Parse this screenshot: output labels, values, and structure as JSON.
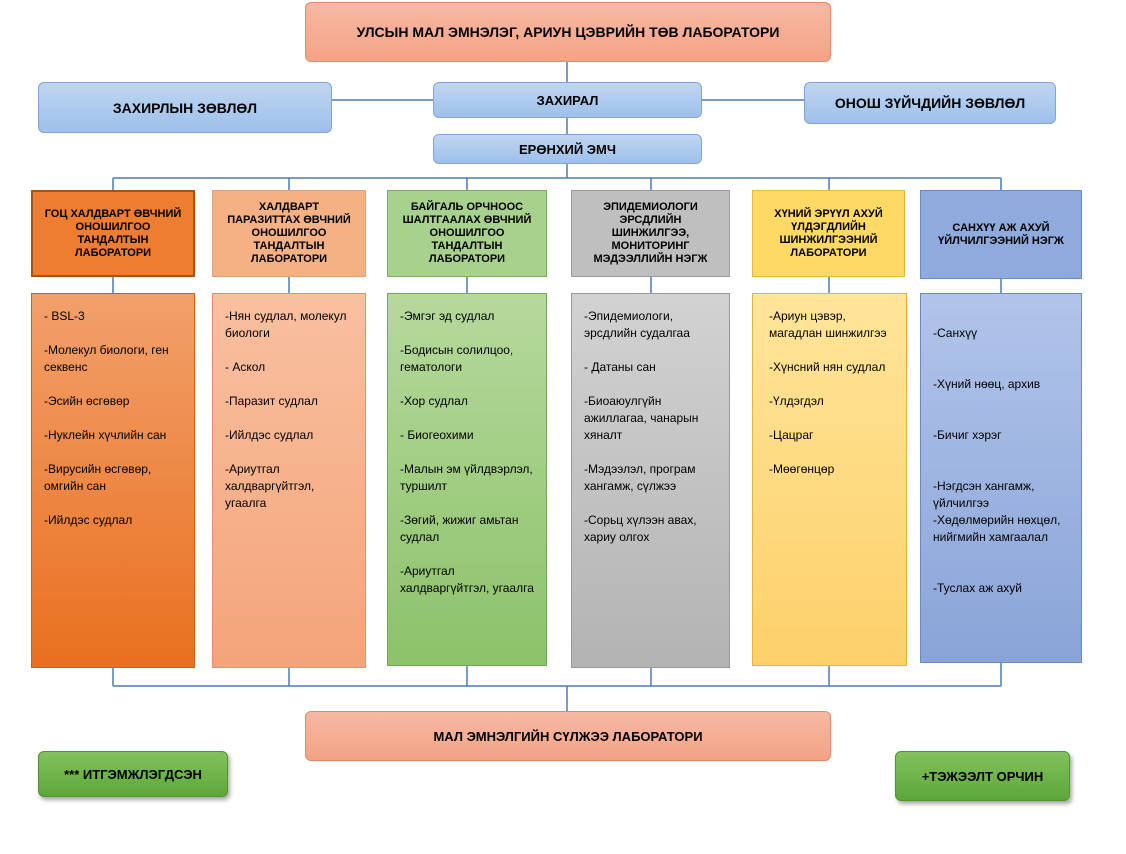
{
  "top_title": "УЛСЫН МАЛ ЭМНЭЛЭГ, АРИУН ЦЭВРИЙН ТӨВ ЛАБОРАТОРИ",
  "left_council": "ЗАХИРЛЫН ЗӨВЛӨЛ",
  "director": "ЗАХИРАЛ",
  "right_council": "ОНОШ ЗҮЙЧДИЙН ЗӨВЛӨЛ",
  "chief_doctor": "ЕРӨНХИЙ ЭМЧ",
  "columns": [
    {
      "header": "ГОЦ ХАЛДВАРТ ӨВЧНИЙ ОНОШИЛГОО ТАНДАЛТЫН ЛАБОРАТОРИ",
      "items": [
        "- BSL-3",
        "-Молекул биологи, ген секвенс",
        "-Эсийн өсгөвөр",
        "-Нуклейн хүчлийн сан",
        "-Вирусийн өсгөвөр, омгийн сан",
        "-Ийлдэс судлал"
      ]
    },
    {
      "header": "ХАЛДВАРТ ПАРАЗИТТАХ ӨВЧНИЙ ОНОШИЛГОО ТАНДАЛТЫН ЛАБОРАТОРИ",
      "items": [
        "-Нян судлал, молекул биологи",
        " - Аскол",
        " -Паразит судлал",
        "-Ийлдэс судлал",
        "-Ариутгал халдваргүйтгэл, угаалга"
      ]
    },
    {
      "header": "БАЙГАЛЬ ОРЧНООС ШАЛТГААЛАХ ӨВЧНИЙ ОНОШИЛГОО ТАНДАЛТЫН ЛАБОРАТОРИ",
      "items": [
        " -Эмгэг эд судлал",
        "-Бодисын солилцоо, гематологи",
        "-Хор судлал",
        "- Биогеохими",
        "-Малын эм үйлдвэрлэл, туршилт",
        "-Зөгий, жижиг амьтан судлал",
        "-Ариутгал халдваргүйтгэл, угаалга"
      ]
    },
    {
      "header": "ЭПИДЕМИОЛОГИ ЭРСДЛИЙН ШИНЖИЛГЭЭ, МОНИТОРИНГ МЭДЭЭЛЛИЙН НЭГЖ",
      "items": [
        "-Эпидемиологи, эрсдлийн судалгаа",
        "- Датаны сан",
        "-Биоаюулгүйн ажиллагаа, чанарын хяналт",
        "-Мэдээлэл, програм хангамж, сүлжээ",
        "-Сорьц хүлээн авах, хариу олгох"
      ]
    },
    {
      "header": "ХҮНИЙ ЭРҮҮЛ АХУЙ ҮЛДЭГДЛИЙН ШИНЖИЛГЭЭНИЙ ЛАБОРАТОРИ",
      "items": [
        "-Ариун цэвэр, магадлан шинжилгээ",
        "-Хүнсний нян судлал",
        "-Үлдэгдэл",
        "-Цацраг",
        "-Мөөгөнцөр"
      ]
    },
    {
      "header": "САНХҮҮ АЖ АХУЙ ҮЙЛЧИЛГЭЭНИЙ НЭГЖ",
      "items": [
        "-Санхүү",
        "-Хүний нөөц, архив",
        "-Бичиг хэрэг",
        "-Нэгдсэн хангамж, үйлчилгээ\n-Хөдөлмөрийн нөхцөл, нийгмийн хамгаалал",
        "-Туслах аж ахуй"
      ]
    }
  ],
  "bottom_title": "МАЛ ЭМНЭЛГИЙН СҮЛЖЭЭ ЛАБОРАТОРИ",
  "accredited": "*** ИТГЭМЖЛЭГДСЭН",
  "environment": "+ТЭЖЭЭЛТ ОРЧИН",
  "colors": {
    "col1": "#ed7d31",
    "col2": "#f4b183",
    "col3": "#a9d18e",
    "col4": "#bfbfbf",
    "col5": "#ffd966",
    "col6": "#8faadc",
    "connector": "#4a7ab8"
  }
}
